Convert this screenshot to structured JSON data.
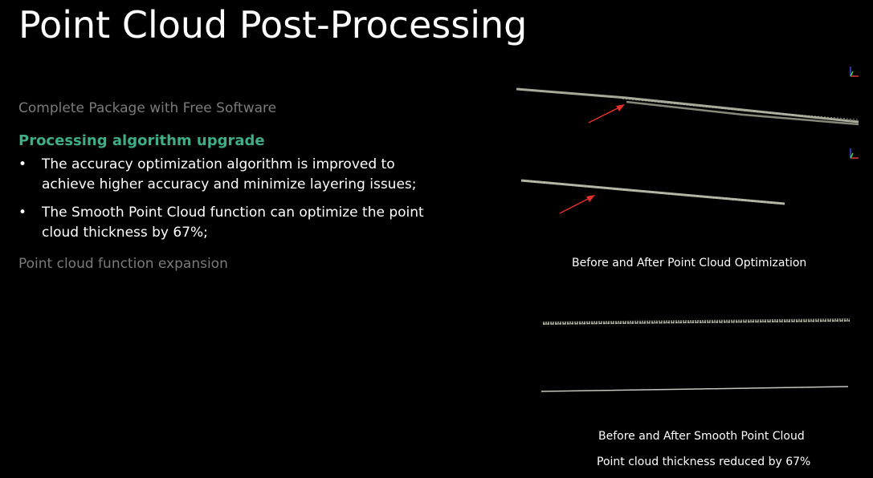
{
  "slide": {
    "title": "Point Cloud Post-Processing",
    "sections": [
      {
        "label": "Complete Package with Free Software",
        "state": "inactive"
      },
      {
        "label": "Processing algorithm upgrade",
        "state": "active"
      },
      {
        "label": "Point cloud function expansion",
        "state": "inactive"
      }
    ],
    "bullets": [
      {
        "marker": "•",
        "text": "The accuracy optimization algorithm is improved to achieve higher accuracy and minimize layering issues;"
      },
      {
        "marker": "•",
        "text": "The Smooth Point Cloud function can optimize the point cloud thickness by 67%;"
      }
    ],
    "captions": {
      "optimization": "Before and After Point Cloud Optimization",
      "smooth_line1": "Before and After Smooth Point Cloud",
      "smooth_line2": "Point cloud thickness reduced by 67%"
    }
  },
  "colors": {
    "background": "#000000",
    "title": "#ffffff",
    "active_section": "#3fae86",
    "inactive_section": "#7a7a7a",
    "arrow": "#e0302a",
    "point_cloud": "#b9bca8"
  },
  "icons": [
    "axis-gizmo-icon",
    "red-arrow-icon"
  ]
}
